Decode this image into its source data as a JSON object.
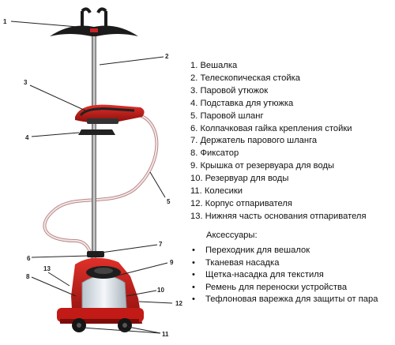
{
  "callouts": [
    "1",
    "2",
    "3",
    "4",
    "5",
    "6",
    "7",
    "8",
    "9",
    "10",
    "11",
    "12",
    "13"
  ],
  "parts": [
    "1. Вешалка",
    "2. Телескопическая стойка",
    "3. Паровой утюжок",
    "4. Подставка для утюжка",
    "5. Паровой шланг",
    "6. Колпачковая гайка крепления стойки",
    "7. Держатель парового шланга",
    "8. Фиксатор",
    "9. Крышка от резервуара для воды",
    "10. Резервуар для воды",
    "11. Колесики",
    "12. Корпус отпаривателя",
    "13. Нижняя часть основания отпаривателя"
  ],
  "accessories_title": "Аксессуары:",
  "accessories": [
    "Переходник для вешалок",
    "Тканевая насадка",
    "Щетка-насадка для текстиля",
    "Ремень для переноски устройства",
    "Тефлоновая варежка для защиты от пара"
  ],
  "bullet": "•"
}
